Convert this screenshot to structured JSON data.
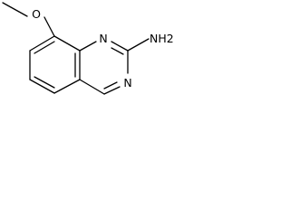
{
  "molecule": {
    "atoms": {
      "O": "O",
      "N1": "N",
      "N3": "N",
      "NH2": "NH2"
    }
  }
}
